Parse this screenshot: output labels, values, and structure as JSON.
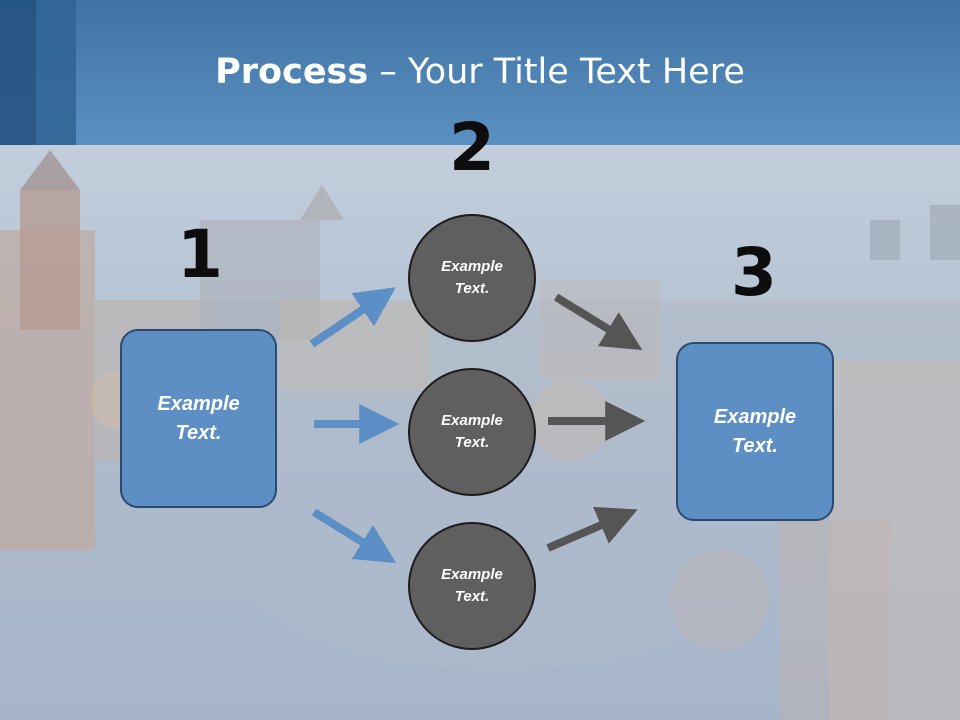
{
  "title": {
    "bold": "Process",
    "rest": " – Your Title Text Here"
  },
  "steps": [
    {
      "number": "1",
      "text_line1": "Example",
      "text_line2": "Text."
    },
    {
      "number": "2"
    },
    {
      "number": "3",
      "text_line1": "Example",
      "text_line2": "Text."
    }
  ],
  "circles": [
    {
      "text_line1": "Example",
      "text_line2": "Text."
    },
    {
      "text_line1": "Example",
      "text_line2": "Text."
    },
    {
      "text_line1": "Example",
      "text_line2": "Text."
    }
  ],
  "colors": {
    "header": "#4a7fb2",
    "box_fill": "#5e8fc4",
    "circle_fill": "#5f5f5f",
    "arrow_blue": "#5b8fc6",
    "arrow_gray": "#555555"
  }
}
